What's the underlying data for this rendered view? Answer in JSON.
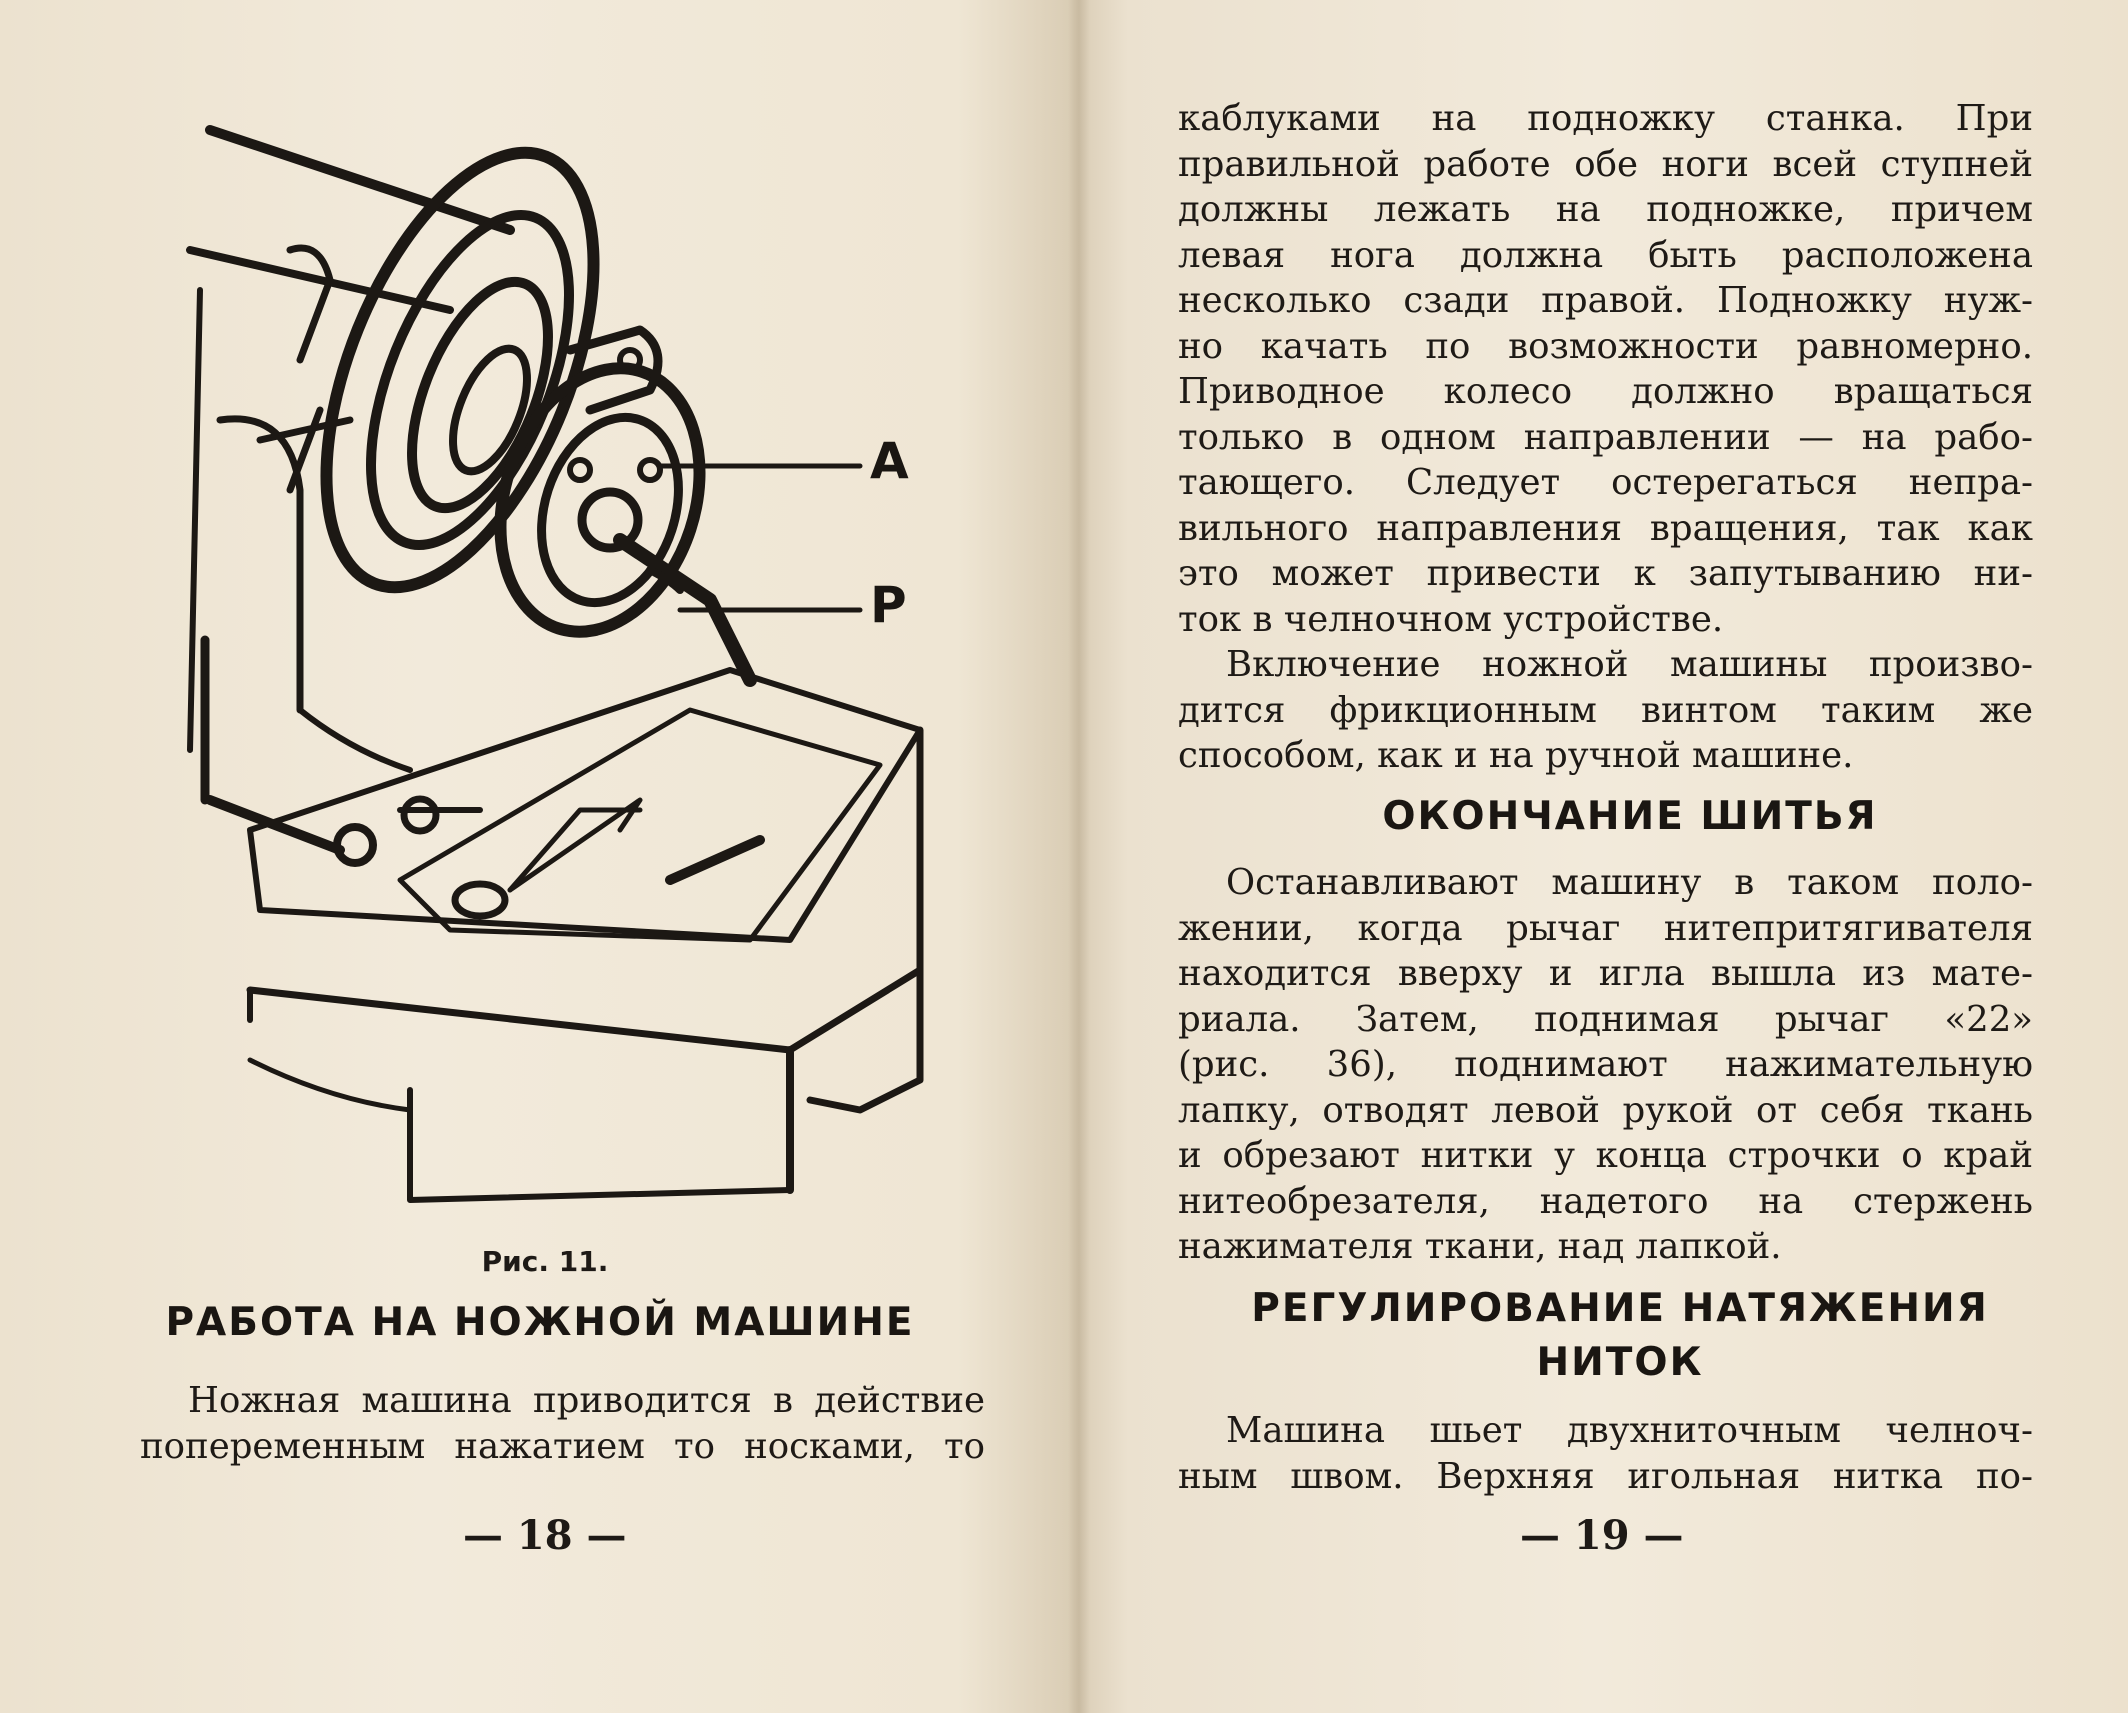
{
  "left_page": {
    "figure": {
      "label_a": "A",
      "label_p": "P",
      "caption": "Рис. 11."
    },
    "heading": "РАБОТА НА НОЖНОЙ МАШИНЕ",
    "text_lines": [
      "Ножная машина приводится в действие",
      "попеременным нажатием то носками, то"
    ],
    "page_number": "— 18 —"
  },
  "right_page": {
    "paragraph1_lines": [
      "каблуками на подножку станка. При",
      "правильной работе обе ноги всей ступней",
      "должны лежать на подножке, причем",
      "левая нога должна быть расположена",
      "несколько сзади правой. Подножку нуж-",
      "но качать по возможности равномерно.",
      "Приводное колесо должно вращаться",
      "только в одном направлении — на рабо-",
      "тающего. Следует остерегаться непра-",
      "вильного направления вращения, так как",
      "это может привести к запутыванию ни-",
      "ток в челночном устройстве."
    ],
    "paragraph2_lines": [
      "Включение ножной машины произво-",
      "дится фрикционным винтом таким же",
      "способом, как и на ручной машине."
    ],
    "heading1": "ОКОНЧАНИЕ ШИТЬЯ",
    "paragraph3_lines": [
      "Останавливают машину в таком поло-",
      "жении, когда рычаг нитепритягивателя",
      "находится вверху и игла вышла из мате-",
      "риала. Затем, поднимая рычаг «22»",
      "(рис. 36), поднимают нажимательную",
      "лапку, отводят левой рукой от себя ткань",
      "и обрезают нитки у конца строчки о край",
      "нитеобрезателя, надетого на стержень",
      "нажимателя ткани, над лапкой."
    ],
    "heading2_line1": "РЕГУЛИРОВАНИЕ НАТЯЖЕНИЯ",
    "heading2_line2": "НИТОК",
    "paragraph4_lines": [
      "Машина шьет двухниточным челноч-",
      "ным швом. Верхняя игольная нитка по-"
    ],
    "page_number": "— 19 —"
  }
}
